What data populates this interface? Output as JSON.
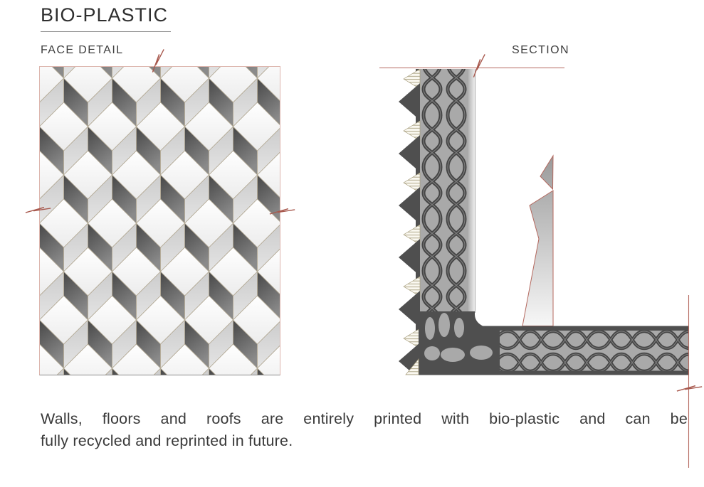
{
  "title": {
    "text": "BIO-PLASTIC"
  },
  "labels": {
    "face_detail": "FACE DETAIL",
    "section": "SECTION"
  },
  "description": {
    "line1": "Walls, floors and roofs are entirely printed with bio-plastic and can be",
    "line2": "fully recycled and reprinted in future."
  },
  "drawings": {
    "face_detail_pattern": "isometric-cube-chevron-tiling",
    "section_pattern": "lens-lattice-printed-infill",
    "cut_marks": 5
  },
  "colors": {
    "accent_red": "#b4685e",
    "panel_border_pink": "#ddb6ae",
    "dark_gray": "#4f4f4f",
    "lattice_dark": "#454545",
    "mid_gray": "#a9a9a9",
    "light_face_gray": "#d6d6d6",
    "hatch_tan": "#a79e7e",
    "text": "#3a3a3a"
  }
}
